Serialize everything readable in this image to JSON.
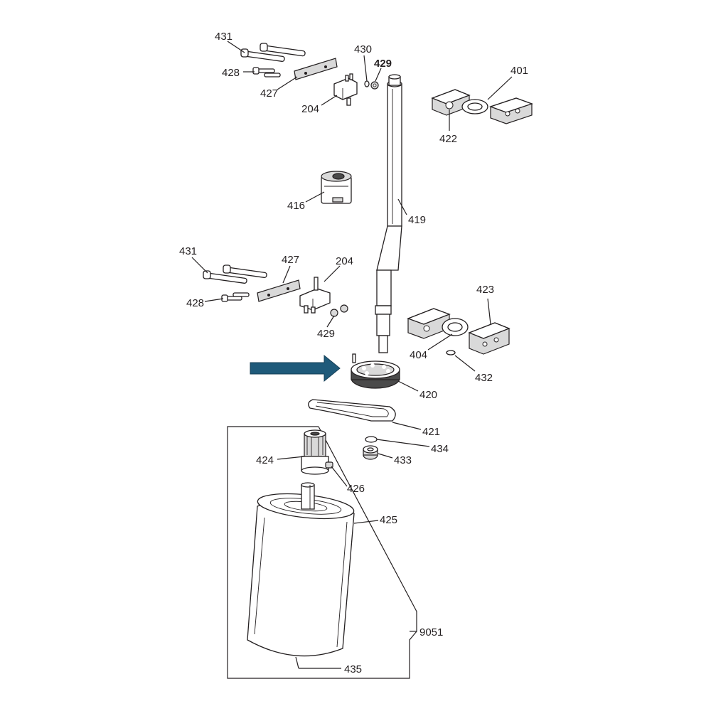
{
  "labels": {
    "l431a": "431",
    "l428a": "428",
    "l427a": "427",
    "l430": "430",
    "l429a": "429",
    "l204a": "204",
    "l401": "401",
    "l422": "422",
    "l416": "416",
    "l419": "419",
    "l431b": "431",
    "l427b": "427",
    "l204b": "204",
    "l428b": "428",
    "l429b": "429",
    "l423": "423",
    "l404": "404",
    "l432": "432",
    "l420": "420",
    "l421": "421",
    "l434": "434",
    "l433": "433",
    "l424": "424",
    "l426": "426",
    "l425": "425",
    "l9051": "9051",
    "l435": "435"
  },
  "colors": {
    "arrow": "#1f5a7a",
    "ink": "#231f20"
  }
}
